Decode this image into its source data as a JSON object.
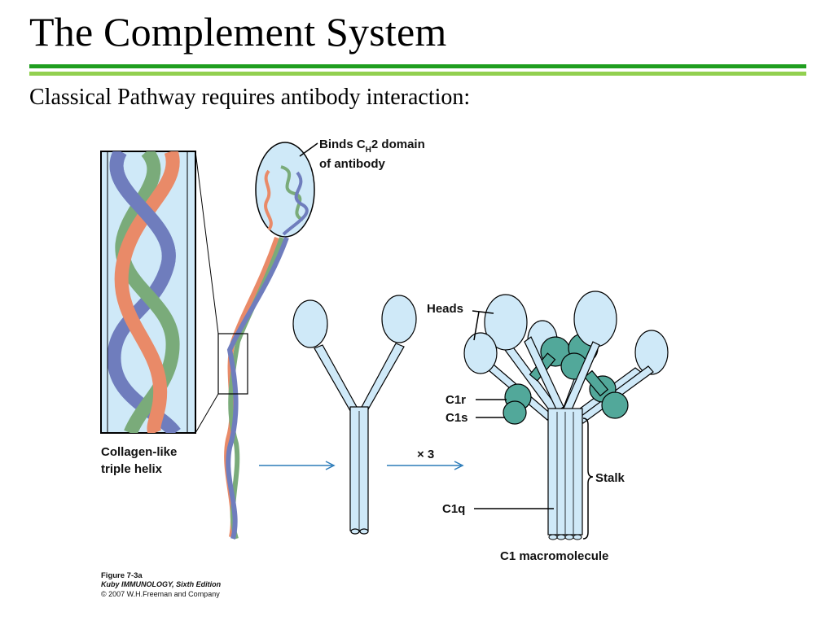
{
  "slide": {
    "title": "The Complement System",
    "subtitle": "Classical Pathway requires antibody interaction:"
  },
  "figure": {
    "labels": {
      "binds_line1_prefix": "Binds C",
      "binds_line1_sub": "H",
      "binds_line1_suffix": "2 domain",
      "binds_line2": "of antibody",
      "collagen_line1": "Collagen-like",
      "collagen_line2": "triple helix",
      "times_three": "× 3",
      "heads": "Heads",
      "c1r": "C1r",
      "c1s": "C1s",
      "stalk": "Stalk",
      "c1q": "C1q",
      "c1_macromolecule": "C1 macromolecule"
    },
    "caption": {
      "figure_number": "Figure 7-3a",
      "book": "Kuby IMMUNOLOGY, Sixth Edition",
      "copyright": "© 2007 W.H.Freeman and Company"
    },
    "colors": {
      "title_rule_dark": "#1f9e1f",
      "title_rule_light": "#92d050",
      "helix_green": "#7aab7a",
      "helix_salmon": "#e98a68",
      "helix_blue": "#6f7dbd",
      "c1q_light_blue": "#cfe9f8",
      "c1r_c1s_teal": "#52a89a",
      "arrow_blue": "#2b7bb9"
    }
  }
}
